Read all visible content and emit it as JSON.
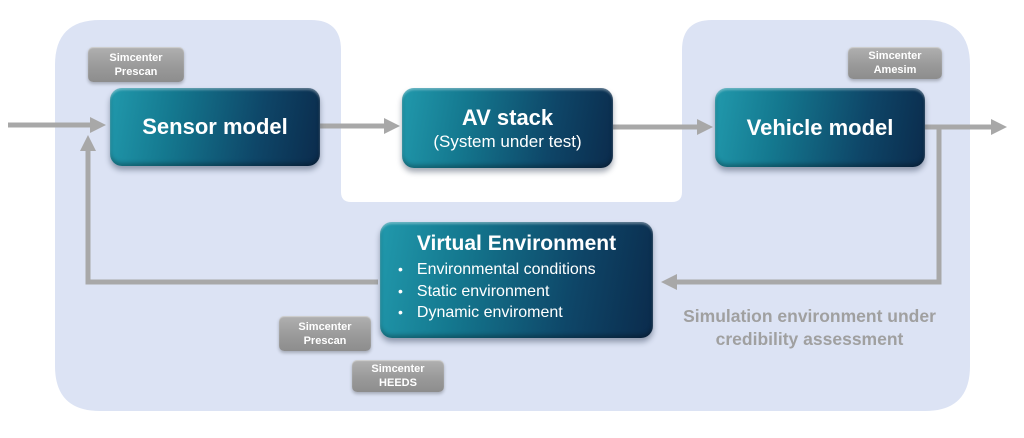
{
  "colors": {
    "container_blue": "#dce3f4",
    "arrow_gray": "#a8a8a8",
    "badge_gray": "#9a9a9a",
    "caption_gray": "#a0a0a0",
    "node_teal": "#1e97aa",
    "node_navy": "#0b2b4c",
    "text_white": "#ffffff"
  },
  "diagram": {
    "nodes": {
      "sensor_model": {
        "label": "Sensor model"
      },
      "av_stack": {
        "label": "AV stack",
        "sublabel": "(System under test)"
      },
      "vehicle_model": {
        "label": "Vehicle model"
      },
      "virtual_environment": {
        "label": "Virtual Environment",
        "bullets": [
          "Environmental conditions",
          "Static environment",
          "Dynamic enviroment"
        ]
      }
    },
    "badges": {
      "prescan_top": {
        "line1": "Simcenter",
        "line2": "Prescan"
      },
      "amesim": {
        "line1": "Simcenter",
        "line2": "Amesim"
      },
      "prescan_bottom": {
        "line1": "Simcenter",
        "line2": "Prescan"
      },
      "heeds": {
        "line1": "Simcenter",
        "line2": "HEEDS"
      }
    },
    "caption": {
      "line1": "Simulation environment under",
      "line2": "credibility assessment"
    }
  }
}
